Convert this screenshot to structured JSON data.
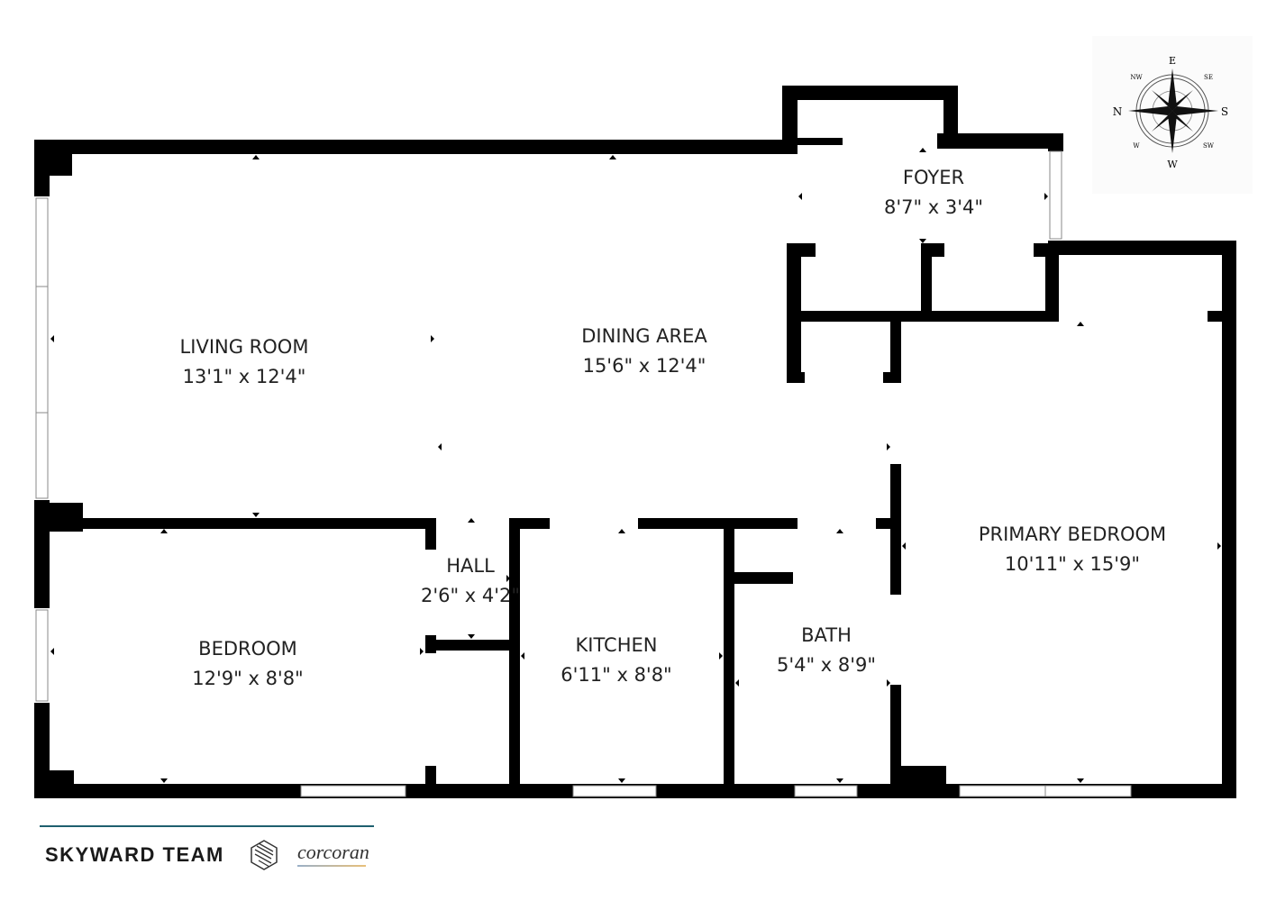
{
  "rooms": {
    "foyer": {
      "name": "FOYER",
      "size": "8'7\" x 3'4\""
    },
    "living_room": {
      "name": "LIVING ROOM",
      "size": "13'1\" x 12'4\""
    },
    "dining_area": {
      "name": "DINING AREA",
      "size": "15'6\" x 12'4\""
    },
    "primary_bedroom": {
      "name": "PRIMARY BEDROOM",
      "size": "10'11\" x 15'9\""
    },
    "hall": {
      "name": "HALL",
      "size": "2'6\" x 4'2\""
    },
    "bedroom": {
      "name": "BEDROOM",
      "size": "12'9\" x 8'8\""
    },
    "kitchen": {
      "name": "KITCHEN",
      "size": "6'11\" x 8'8\""
    },
    "bath": {
      "name": "BATH",
      "size": "5'4\" x 8'9\""
    }
  },
  "compass": {
    "top": "E",
    "bottom": "W",
    "left": "N",
    "right": "S",
    "top_left": "NW",
    "top_right": "SE",
    "bottom_left": "W",
    "bottom_right": "SW"
  },
  "branding": {
    "team": "SKYWARD TEAM",
    "brokerage": "corcoran",
    "accent_color": "#1f5f6e"
  }
}
